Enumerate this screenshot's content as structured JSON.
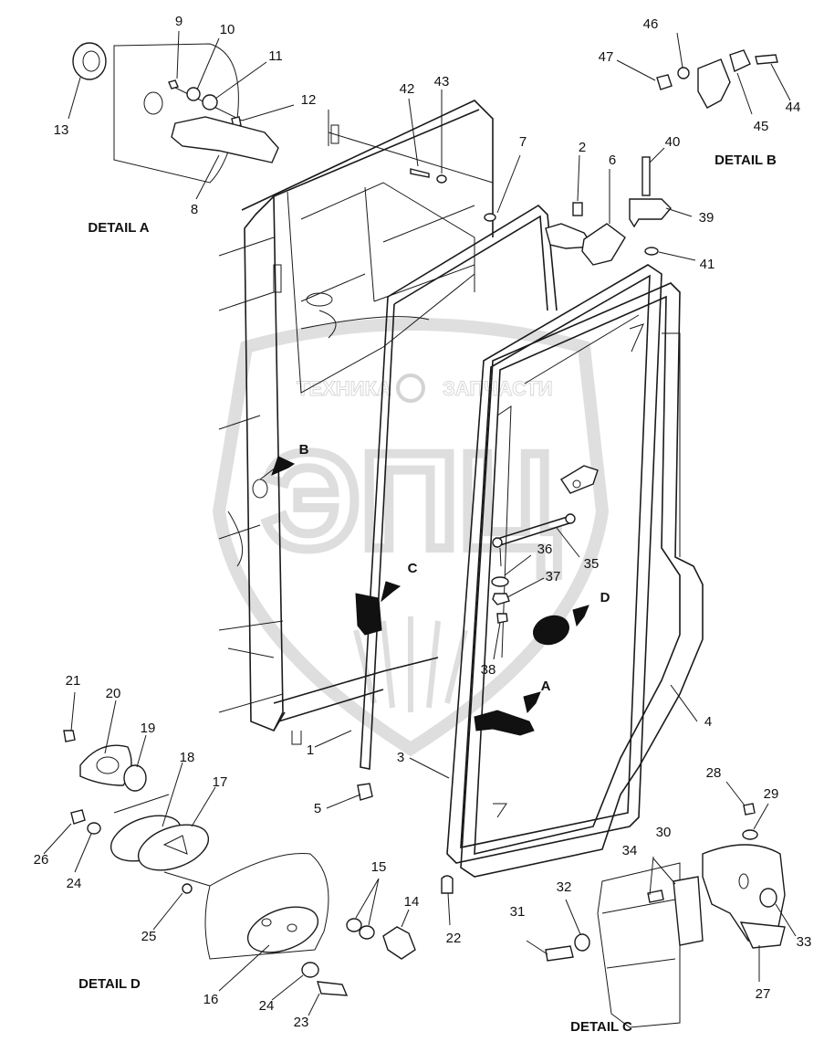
{
  "watermark": {
    "left_text": "ТЕХНИКА",
    "right_text": "ЗАПЧАСТИ",
    "monogram": "ЭПЦ"
  },
  "captions": {
    "detail_a": "DETAIL A",
    "detail_b": "DETAIL B",
    "detail_c": "DETAIL C",
    "detail_d": "DETAIL D"
  },
  "arrow_labels": {
    "a": "A",
    "b": "B",
    "c": "C",
    "d": "D"
  },
  "callouts": {
    "n1": "1",
    "n2": "2",
    "n3": "3",
    "n4": "4",
    "n5": "5",
    "n6": "6",
    "n7": "7",
    "n8": "8",
    "n9": "9",
    "n10": "10",
    "n11": "11",
    "n12": "12",
    "n13": "13",
    "n14": "14",
    "n15": "15",
    "n16": "16",
    "n17": "17",
    "n18": "18",
    "n19": "19",
    "n20": "20",
    "n21": "21",
    "n22": "22",
    "n23": "23",
    "n24a": "24",
    "n24b": "24",
    "n25": "25",
    "n26": "26",
    "n27": "27",
    "n28": "28",
    "n29": "29",
    "n30": "30",
    "n31": "31",
    "n32": "32",
    "n33": "33",
    "n34": "34",
    "n35": "35",
    "n36": "36",
    "n37": "37",
    "n38": "38",
    "n39": "39",
    "n40": "40",
    "n41": "41",
    "n42": "42",
    "n43": "43",
    "n44": "44",
    "n45": "45",
    "n46": "46",
    "n47": "47"
  }
}
